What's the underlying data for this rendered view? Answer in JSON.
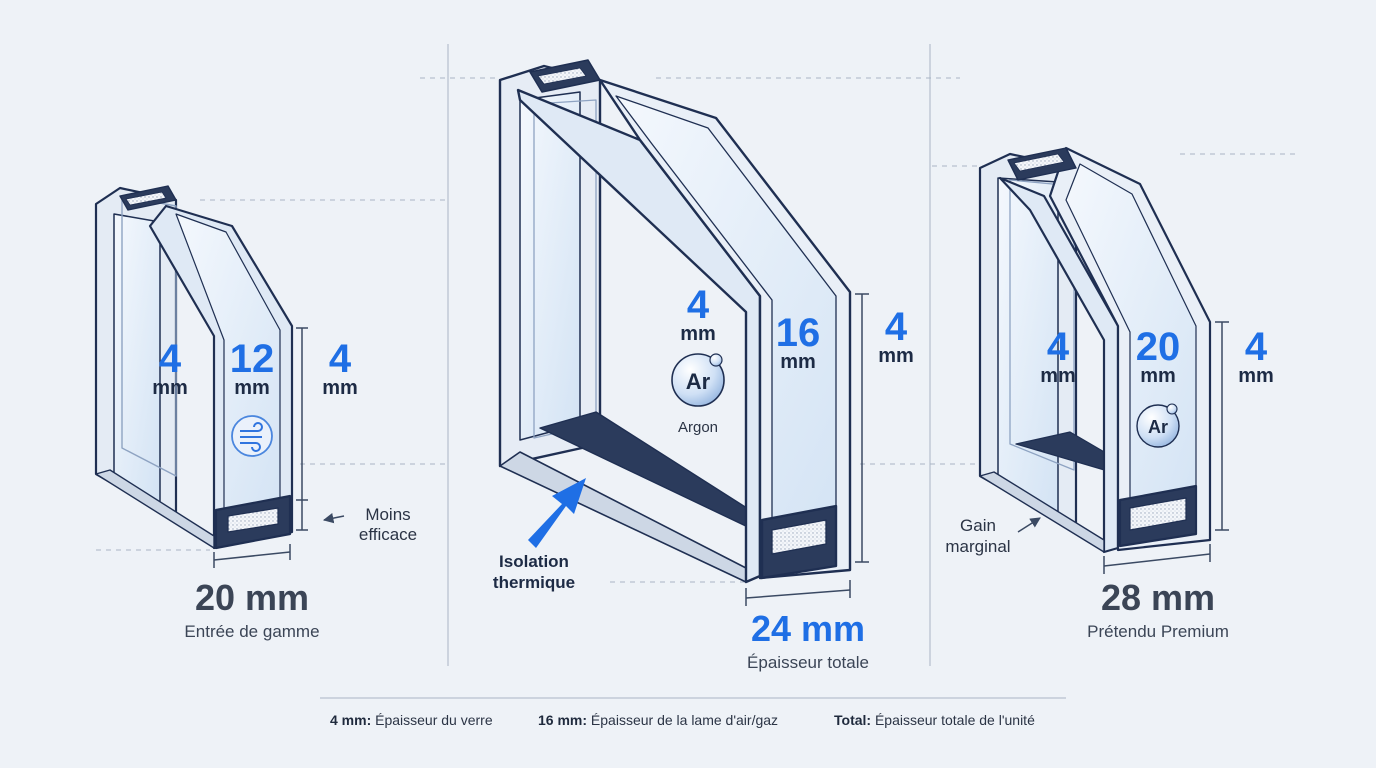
{
  "colors": {
    "accent": "#1f6fe5",
    "dark": "#1d2b45",
    "text_gray": "#3f4b5e",
    "frame_stroke": "#1f2f52",
    "glass": "#dce9f6",
    "frame_face": "#e9eef6",
    "background": "#eef2f7"
  },
  "units": {
    "entry": {
      "glass_1": {
        "value": "4",
        "unit": "mm"
      },
      "gap": {
        "value": "12",
        "unit": "mm"
      },
      "glass_2": {
        "value": "4",
        "unit": "mm"
      },
      "gas_icon": "air-wind-icon",
      "annotation": {
        "line1": "Moins",
        "line2": "efficace"
      },
      "total": "20 mm",
      "caption": "Entrée de gamme"
    },
    "standard": {
      "glass_1": {
        "value": "4",
        "unit": "mm"
      },
      "gap": {
        "value": "16",
        "unit": "mm"
      },
      "glass_2": {
        "value": "4",
        "unit": "mm"
      },
      "gas_badge": "Ar",
      "gas_label": "Argon",
      "annotation": {
        "line1": "Isolation",
        "line2": "thermique"
      },
      "total": "24 mm",
      "caption": "Épaisseur totale"
    },
    "premium": {
      "glass_1": {
        "value": "4",
        "unit": "mm"
      },
      "gap": {
        "value": "20",
        "unit": "mm"
      },
      "glass_2": {
        "value": "4",
        "unit": "mm"
      },
      "gas_badge": "Ar",
      "annotation": {
        "line1": "Gain",
        "line2": "marginal"
      },
      "total": "28 mm",
      "caption": "Prétendu Premium"
    }
  },
  "legend": [
    {
      "term": "4 mm:",
      "desc": "Épaisseur du verre"
    },
    {
      "term": "16 mm:",
      "desc": "Épaisseur de la lame d'air/gaz"
    },
    {
      "term": "Total:",
      "desc": "Épaisseur totale de l'unité"
    }
  ]
}
